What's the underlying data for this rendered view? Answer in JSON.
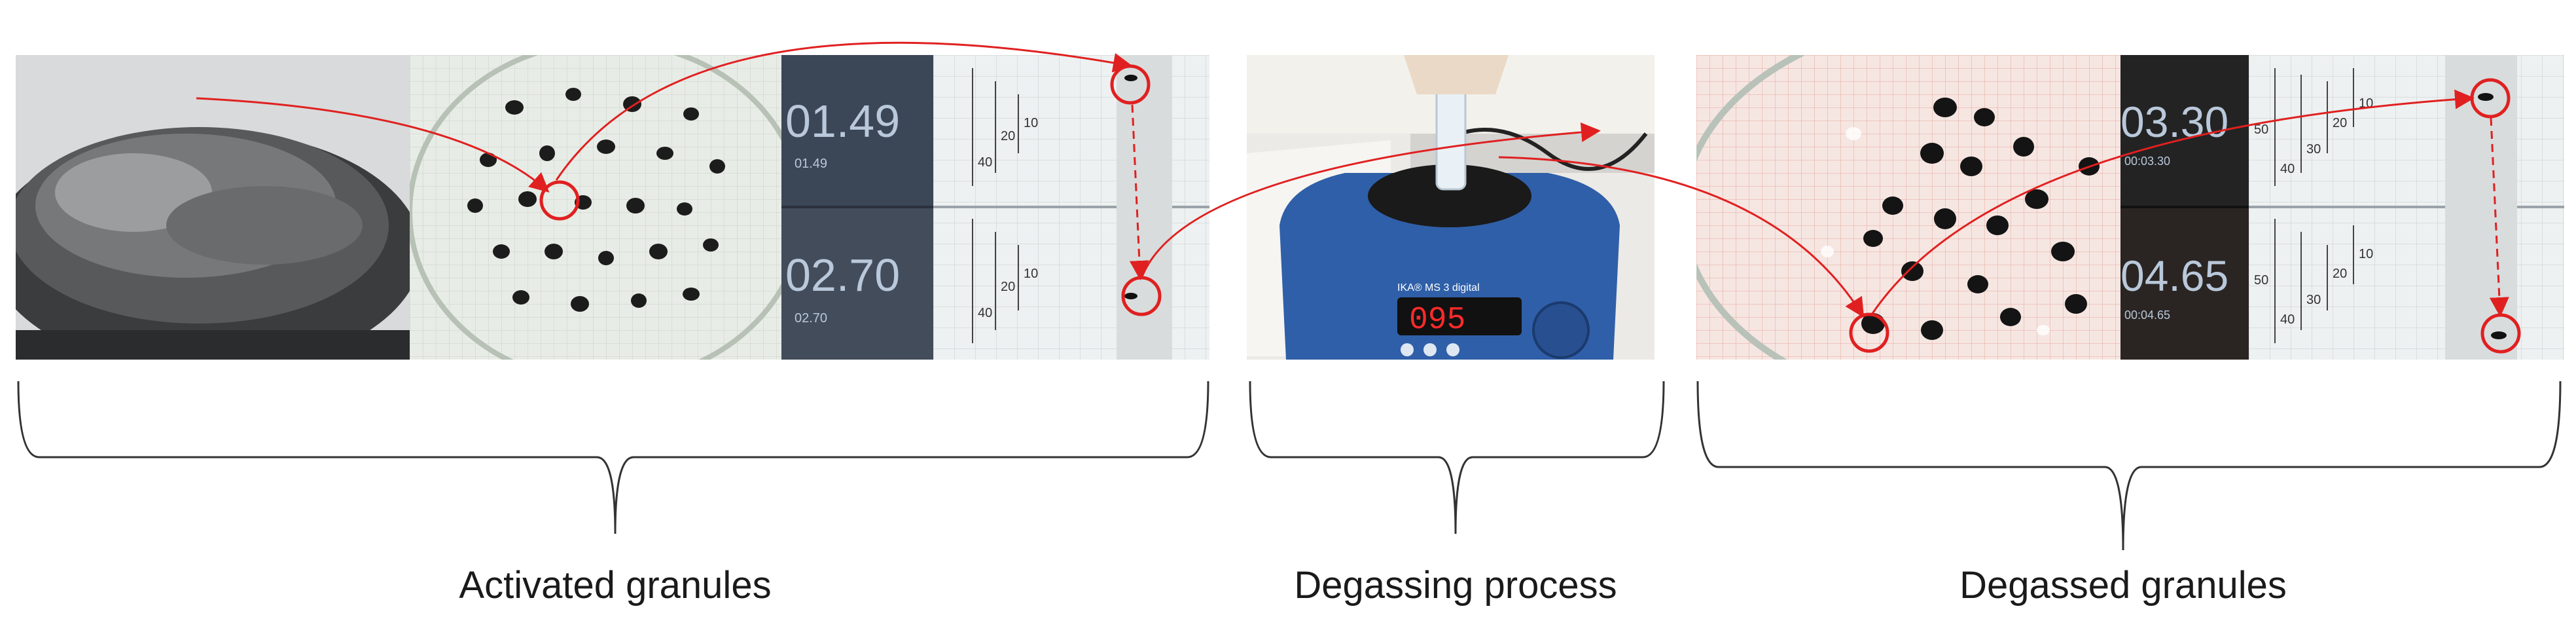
{
  "groups": [
    {
      "label": "Activated granules"
    },
    {
      "label": "Degassing process"
    },
    {
      "label": "Degassed granules"
    }
  ],
  "timers": {
    "activated_top": {
      "big": "01.49",
      "small": "01.49"
    },
    "activated_bottom": {
      "big": "02.70",
      "small": "02.70"
    },
    "degassed_top": {
      "big": "03.30",
      "small": "00:03.30"
    },
    "degassed_bottom": {
      "big": "04.65",
      "small": "00:04.65"
    }
  },
  "stirrer": {
    "display": "095",
    "brand_label": "IKA® MS 3 digital"
  },
  "ruler_ticks": [
    "10",
    "20",
    "30",
    "40",
    "50"
  ],
  "colors": {
    "arrow": "#e02020",
    "brace": "#333333"
  }
}
